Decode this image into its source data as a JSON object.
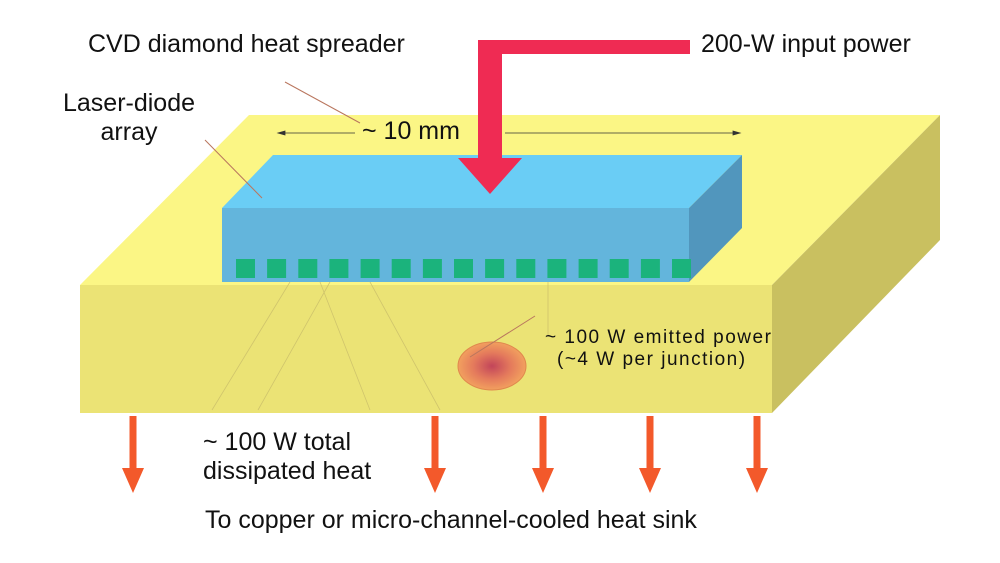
{
  "labels": {
    "heat_spreader": "CVD diamond heat spreader",
    "laser_diode_line1": "Laser-diode",
    "laser_diode_line2": "array",
    "dimension": "~ 10 mm",
    "input_power": "200-W input power",
    "emitted_line1": "~ 100 W emitted power",
    "emitted_line2": "(~4 W per junction)",
    "dissipated_line1": "~ 100 W total",
    "dissipated_line2": "dissipated heat",
    "heat_sink": "To copper or micro-channel-cooled heat sink"
  },
  "junction_count": 15,
  "heat_arrow_count": 5,
  "colors": {
    "substrate_top": "#fbf685",
    "substrate_front": "#ebe375",
    "substrate_side": "#c9c060",
    "array_top": "#6acdf5",
    "array_front": "#63b5dc",
    "array_side": "#5196bd",
    "junction": "#1bb37c",
    "input_arrow": "#ef2b53",
    "heat_arrow": "#f3592b",
    "hot_spot_outer": "#f2a05e",
    "hot_spot_inner": "#c2455a",
    "leader_line": "#b9765e"
  }
}
